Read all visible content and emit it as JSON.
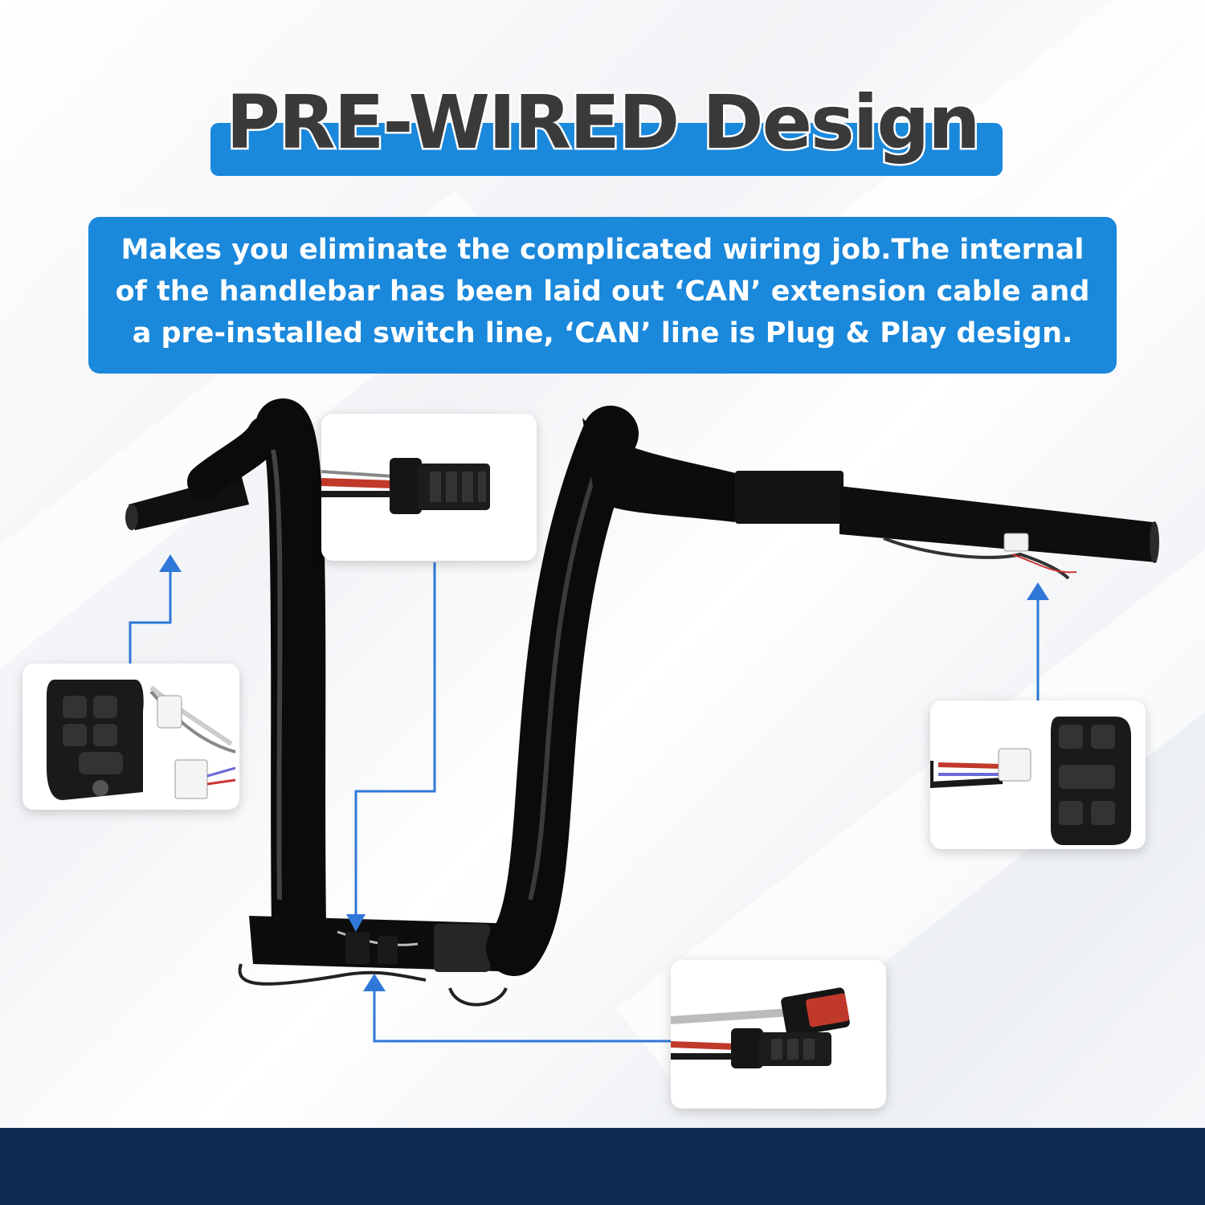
{
  "title": "PRE-WIRED Design",
  "description_lines": [
    "Makes you eliminate the complicated wiring job.The internal",
    "of the handlebar has been laid out ‘CAN’ extension cable and",
    "a pre-installed switch line, ‘CAN’ line is Plug & Play design."
  ],
  "colors": {
    "accent_blue": "#1a88db",
    "arrow_blue": "#2f78d8",
    "footer_navy": "#0e2a52",
    "handlebar_black": "#0b0b0b",
    "title_text": "#3a3a3a"
  },
  "callouts": [
    {
      "name": "left-switch-housing",
      "icon": "left-hand-control-switch"
    },
    {
      "name": "can-connector-top",
      "icon": "four-pin-connector"
    },
    {
      "name": "right-switch-housing",
      "icon": "right-hand-control-switch"
    },
    {
      "name": "can-connector-pair",
      "icon": "mated-connector-pair"
    }
  ]
}
